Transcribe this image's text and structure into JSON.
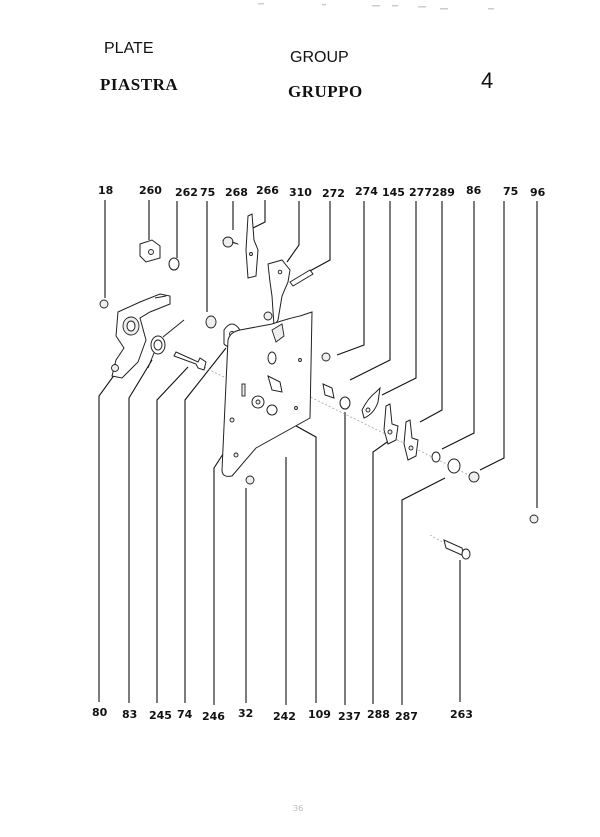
{
  "header": {
    "left_title_en": "PLATE",
    "left_title_it": "PIASTRA",
    "center_title_en": "GROUP",
    "center_title_it": "GRUPPO",
    "group_number": "4"
  },
  "top_labels": [
    "18",
    "260",
    "262",
    "75",
    "268",
    "266",
    "310",
    "272",
    "274",
    "145",
    "277",
    "289",
    "86",
    "75",
    "96"
  ],
  "bottom_labels": [
    "80",
    "83",
    "245",
    "74",
    "246",
    "32",
    "242",
    "109",
    "237",
    "288",
    "287",
    "263"
  ],
  "footer": {
    "page_mark": "36"
  }
}
